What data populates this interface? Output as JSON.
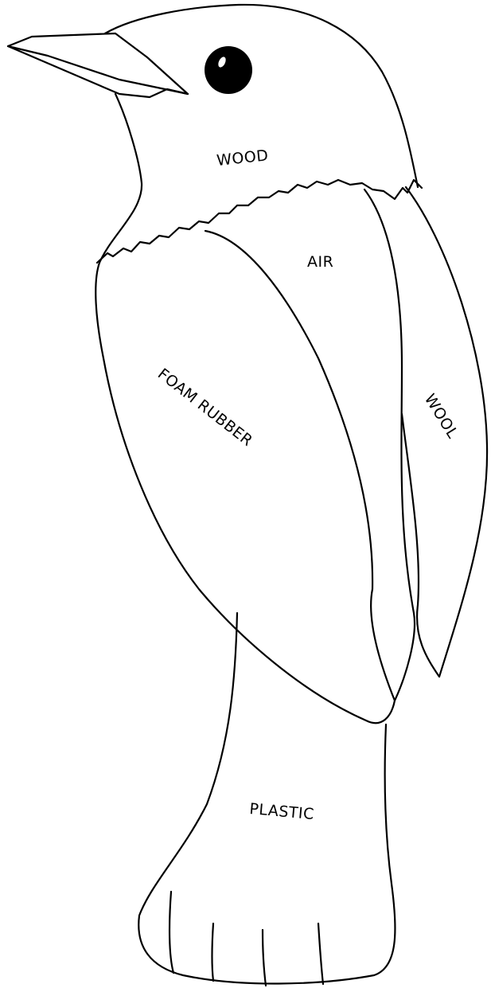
{
  "diagram": {
    "regions": [
      {
        "id": "head",
        "label": "WOOD"
      },
      {
        "id": "body",
        "label": "AIR"
      },
      {
        "id": "wing-front",
        "label": "FOAM RUBBER"
      },
      {
        "id": "wing-back",
        "label": "WOOL"
      },
      {
        "id": "tail",
        "label": "PLASTIC"
      }
    ]
  }
}
